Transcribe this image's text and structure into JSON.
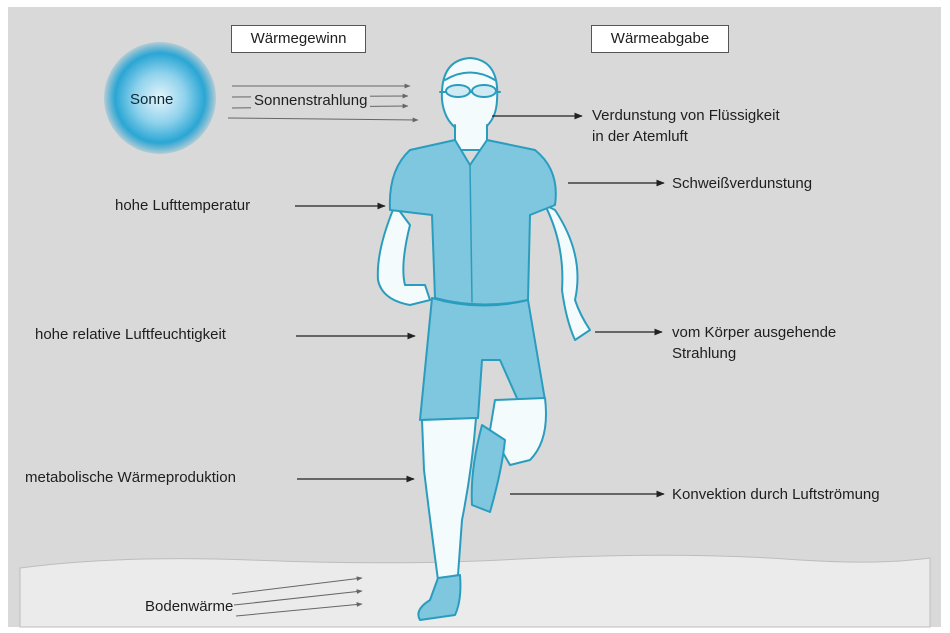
{
  "header": {
    "gain_title": "Wärmegewinn",
    "loss_title": "Wärmeabgabe"
  },
  "gain": {
    "sun": "Sonne",
    "solar_radiation": "Sonnenstrahlung",
    "air_temperature": "hohe Lufttemperatur",
    "humidity": "hohe relative Luftfeuchtigkeit",
    "metabolic": "metabolische Wärmeproduktion",
    "ground_heat": "Bodenwärme"
  },
  "loss": {
    "respiratory_line1": "Verdunstung von Flüssigkeit",
    "respiratory_line2": "in der Atemluft",
    "sweat": "Schweißverdunstung",
    "radiation_line1": "vom Körper ausgehende",
    "radiation_line2": "Strahlung",
    "convection": "Konvektion durch Luftströmung"
  },
  "colors": {
    "background": "#d9d9d9",
    "ground": "#ebebeb",
    "body_fill": "#f4fbfd",
    "clothing": "#7fc6df",
    "outline": "#2a9dbf",
    "sun_core": "#1c9ccf",
    "arrow": "#222222"
  }
}
